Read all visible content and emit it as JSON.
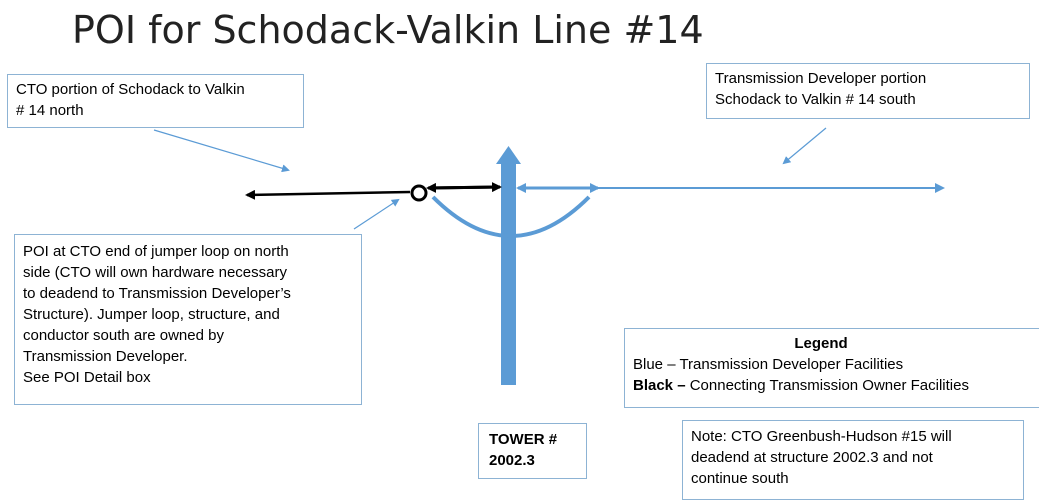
{
  "title": "POI for Schodack-Valkin Line #14",
  "colors": {
    "blue": "#5b9bd5",
    "black": "#000000",
    "box_border": "#8db3d4"
  },
  "cto_box": {
    "line1": "CTO portion of Schodack to Valkin",
    "line2": "# 14 north"
  },
  "td_box": {
    "line1": "Transmission Developer portion",
    "line2": "Schodack to Valkin # 14 south"
  },
  "poi_box": {
    "lines": [
      "POI at CTO end of jumper loop on north",
      "side (CTO will own hardware necessary",
      "to deadend to Transmission Developer’s",
      "Structure). Jumper loop, structure, and",
      "conductor south are owned by",
      "Transmission Developer.",
      "See POI Detail box"
    ]
  },
  "legend": {
    "heading": "Legend",
    "blue_key": "Blue",
    "blue_text": " – Transmission Developer  Facilities",
    "black_key": "Black –",
    "black_text": " Connecting Transmission Owner Facilities"
  },
  "tower": {
    "line1": "TOWER #",
    "line2": "2002.3"
  },
  "note": {
    "lines": [
      "Note: CTO Greenbush-Hudson #15 will",
      "deadend at structure 2002.3 and not",
      "continue south"
    ]
  }
}
